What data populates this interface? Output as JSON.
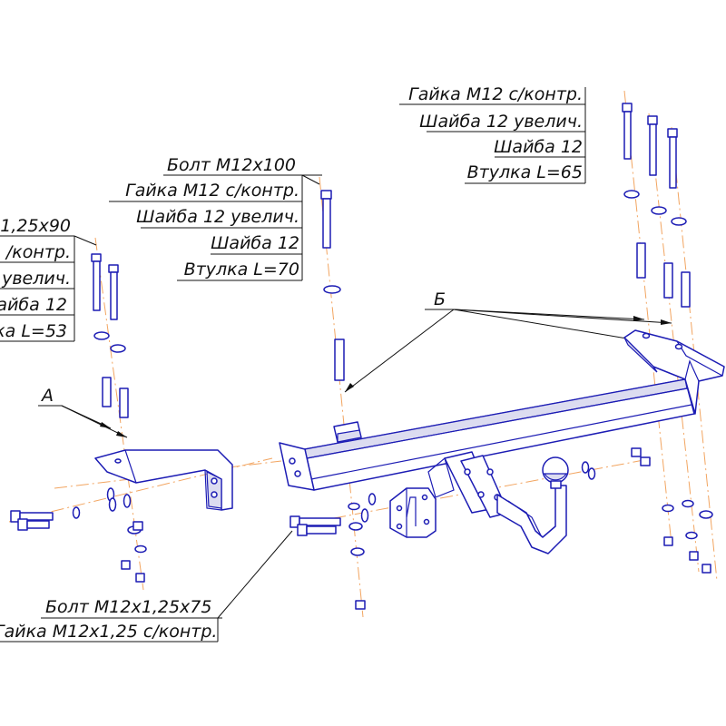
{
  "labels": {
    "top_right": [
      "Гайка М12 с/контр.",
      "Шайба 12 увелич.",
      "Шайба 12",
      "Втулка L=65"
    ],
    "center": [
      "Болт М12х100",
      "Гайка М12 с/контр.",
      "Шайба 12 увелич.",
      "Шайба 12",
      "Втулка L=70"
    ],
    "left": [
      "1,25х90",
      "/контр.",
      "увелич.",
      "Шайба 12",
      "ка L=53"
    ],
    "bottom": [
      "Болт М12х1,25х75",
      "Гайка М12х1,25 с/контр."
    ],
    "callout_a": "А",
    "callout_b": "Б"
  }
}
